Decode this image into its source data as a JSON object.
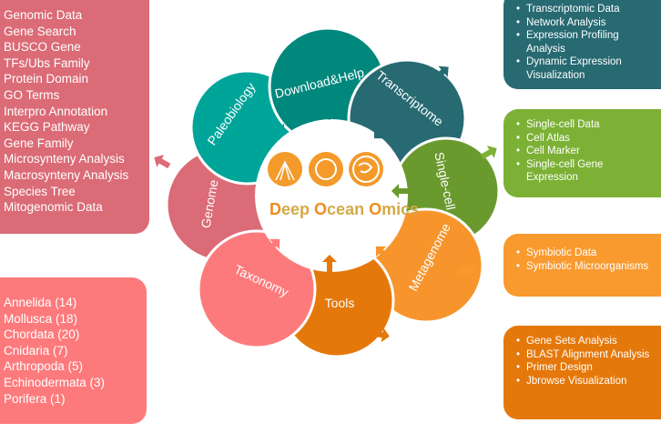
{
  "logo": {
    "circles": [
      "shell",
      "fish",
      "shrimp"
    ],
    "title_parts": [
      "D",
      "eep ",
      "O",
      "cean ",
      "O",
      "mics"
    ]
  },
  "petals": [
    {
      "label": "Genome",
      "color": "#db6b76"
    },
    {
      "label": "Paleobiology",
      "color": "#00a59a"
    },
    {
      "label": "Download&Help",
      "color": "#00887c"
    },
    {
      "label": "Transcriptome",
      "color": "#276a72"
    },
    {
      "label": "Single-cell",
      "color": "#6a9a2e"
    },
    {
      "label": "Metagenome",
      "color": "#f7952c"
    },
    {
      "label": "Tools",
      "color": "#e5780a"
    },
    {
      "label": "Taxonomy",
      "color": "#fd7a7c"
    }
  ],
  "genome_box": {
    "color": "#db6b76",
    "items": [
      "Genomic Data",
      "Gene Search",
      "BUSCO Gene",
      "TFs/Ubs Family",
      "Protein Domain",
      "GO Terms",
      "Interpro Annotation",
      "KEGG Pathway",
      "Gene Family",
      "Microsynteny Analysis",
      "Macrosynteny Analysis",
      "Species Tree",
      "Mitogenomic Data"
    ]
  },
  "taxonomy_box": {
    "color": "#fd7a7c",
    "items": [
      "Annelida (14)",
      "Mollusca (18)",
      "Chordata (20)",
      "Cnidaria (7)",
      "Arthropoda (5)",
      "Echinodermata (3)",
      "Porifera (1)"
    ]
  },
  "transcriptome_box": {
    "color": "#276a72",
    "items": [
      "Transcriptomic Data",
      "Network Analysis",
      "Expression Profiling Analysis",
      "Dynamic Expression Visualization"
    ]
  },
  "singlecell_box": {
    "color": "#7cb135",
    "items": [
      "Single-cell Data",
      "Cell Atlas",
      "Cell Marker",
      "Single-cell Gene Expression"
    ]
  },
  "metagenome_box": {
    "color": "#f99a2f",
    "items": [
      "Symbiotic Data",
      "Symbiotic Microorganisms"
    ]
  },
  "tools_box": {
    "color": "#e5780a",
    "items": [
      "Gene Sets Analysis",
      "BLAST Alignment Analysis",
      "Primer Design",
      "Jbrowse Visualization"
    ]
  }
}
